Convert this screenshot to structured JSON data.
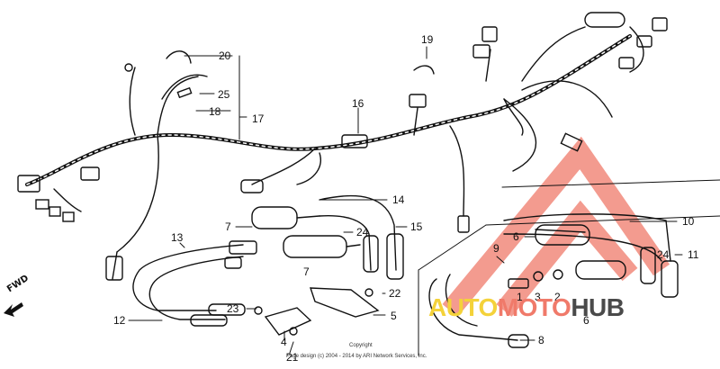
{
  "diagram": {
    "callouts": {
      "c20": "20",
      "c25": "25",
      "c18": "18",
      "c17": "17",
      "c19": "19",
      "c16": "16",
      "c14": "14",
      "c15": "15",
      "c7a": "7",
      "c24a": "24",
      "c13": "13",
      "c7b": "7",
      "c22": "22",
      "c23": "23",
      "c5": "5",
      "c12": "12",
      "c4": "4",
      "c21": "21",
      "c10": "10",
      "c6a": "6",
      "c9": "9",
      "c24b": "24",
      "c11": "11",
      "c1": "1",
      "c3": "3",
      "c2": "2",
      "c6b": "6",
      "c8": "8"
    },
    "fwd_label": "FWD",
    "copyright": "Page design (c) 2004 - 2014 by ARI Network Services, Inc.",
    "copyright_short": "Copyright",
    "watermark": {
      "part1": "AUTO",
      "part2": "MOTO",
      "part3": "HUB"
    },
    "colors": {
      "ink": "#111111",
      "watermark_red": "#f07a6a",
      "watermark_yellow": "#f4d23a",
      "watermark_dark": "#4a4a4a"
    }
  }
}
